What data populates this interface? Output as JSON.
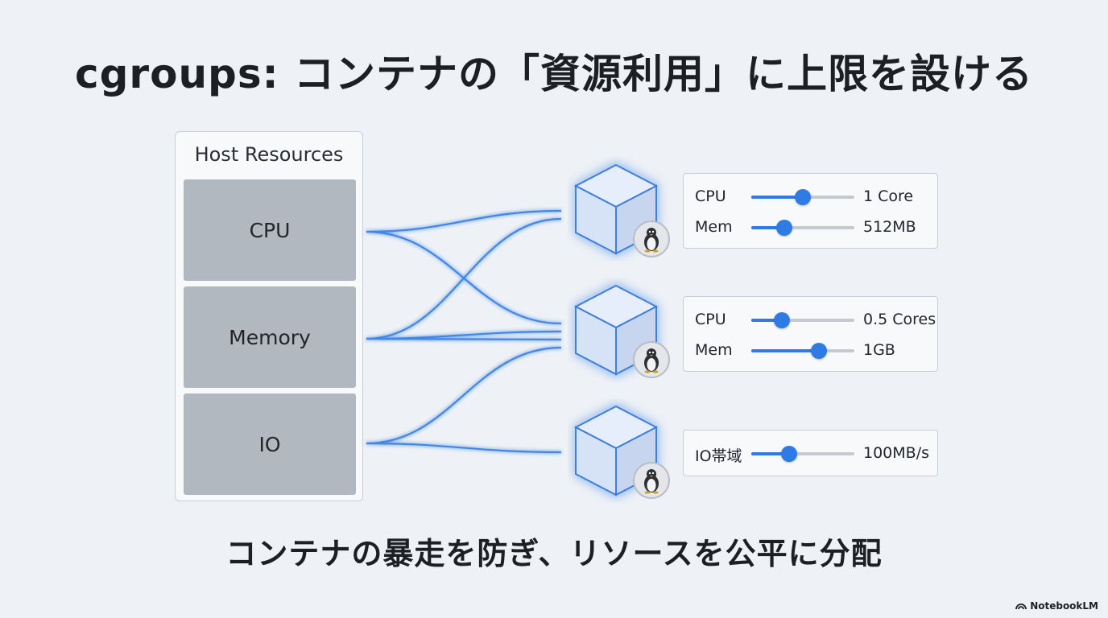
{
  "title": "cgroups: コンテナの「資源利用」に上限を設ける",
  "subtitle": "コンテナの暴走を防ぎ、リソースを公平に分配",
  "host": {
    "title": "Host Resources",
    "resources": [
      "CPU",
      "Memory",
      "IO"
    ]
  },
  "containers": [
    {
      "icon": "linux-penguin-icon",
      "limits": [
        {
          "label": "CPU",
          "value": "1 Core",
          "level": 0.5
        },
        {
          "label": "Mem",
          "value": "512MB",
          "level": 0.32
        }
      ]
    },
    {
      "icon": "linux-penguin-icon",
      "limits": [
        {
          "label": "CPU",
          "value": "0.5 Cores",
          "level": 0.3
        },
        {
          "label": "Mem",
          "value": "1GB",
          "level": 0.66
        }
      ]
    },
    {
      "icon": "linux-penguin-icon",
      "limits": [
        {
          "label": "IO帯域",
          "value": "100MB/s",
          "level": 0.37
        }
      ]
    }
  ],
  "colors": {
    "accent": "#2f7be6",
    "resource_box": "#b2b8c0",
    "background": "#eef1f5"
  },
  "brand": "NotebookLM"
}
